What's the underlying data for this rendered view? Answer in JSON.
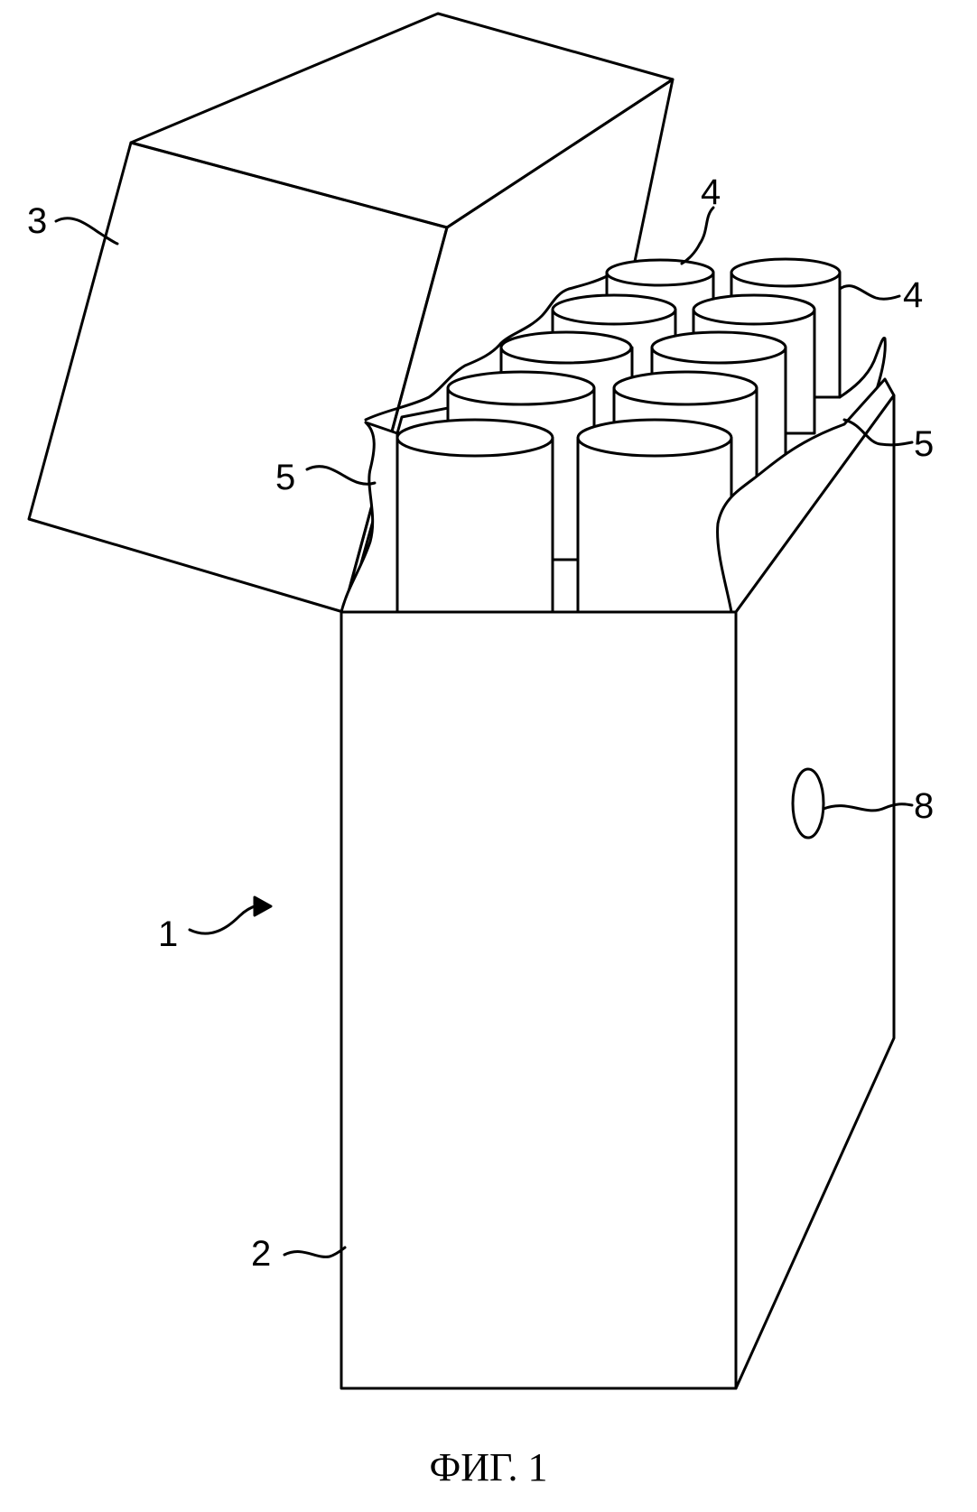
{
  "figure": {
    "caption": "ФИГ. 1",
    "labels": {
      "assembly": "1",
      "box_body": "2",
      "lid": "3",
      "roll_top": "4",
      "roll_right": "4",
      "liner_left": "5",
      "liner_right": "5",
      "window": "8"
    }
  }
}
